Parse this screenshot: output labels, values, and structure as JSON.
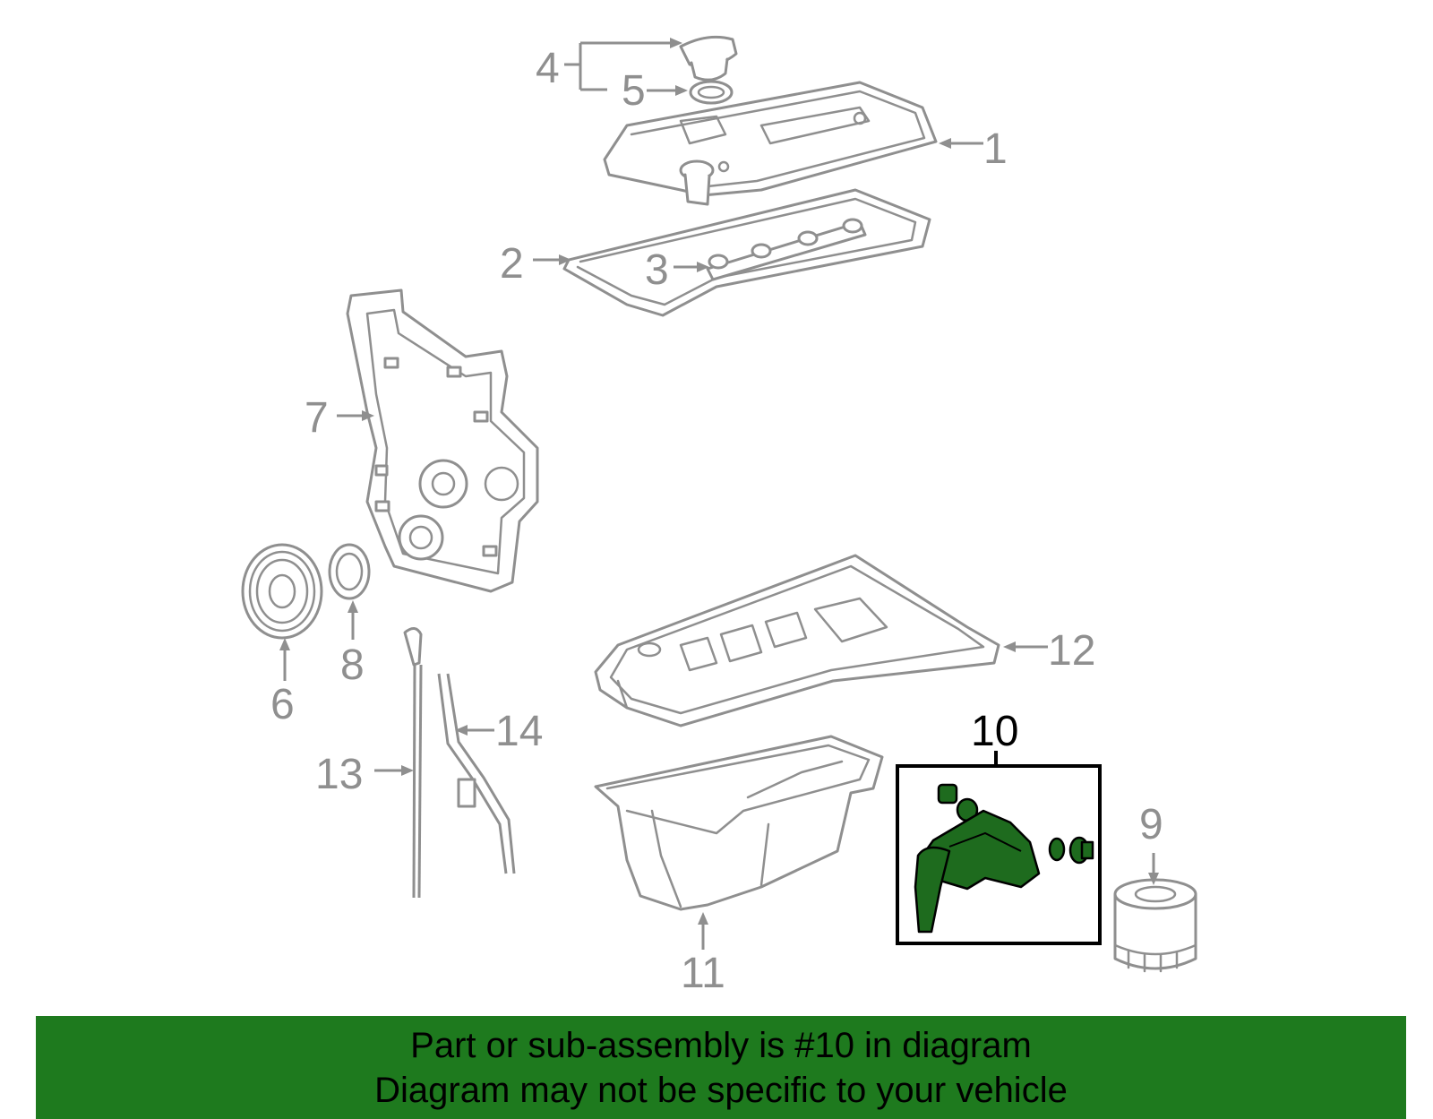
{
  "callouts": {
    "c1": "1",
    "c2": "2",
    "c3": "3",
    "c4": "4",
    "c5": "5",
    "c6": "6",
    "c7": "7",
    "c8": "8",
    "c9": "9",
    "c10": "10",
    "c11": "11",
    "c12": "12",
    "c13": "13",
    "c14": "14"
  },
  "banner": {
    "line1": "Part or sub-assembly is #10 in diagram",
    "line2": "Diagram may not be specific to your vehicle"
  },
  "colors": {
    "highlight_part": "#1e6b1e",
    "banner": "#1e7a1e",
    "line_art": "#8f8f8f"
  },
  "highlighted_part": "10"
}
